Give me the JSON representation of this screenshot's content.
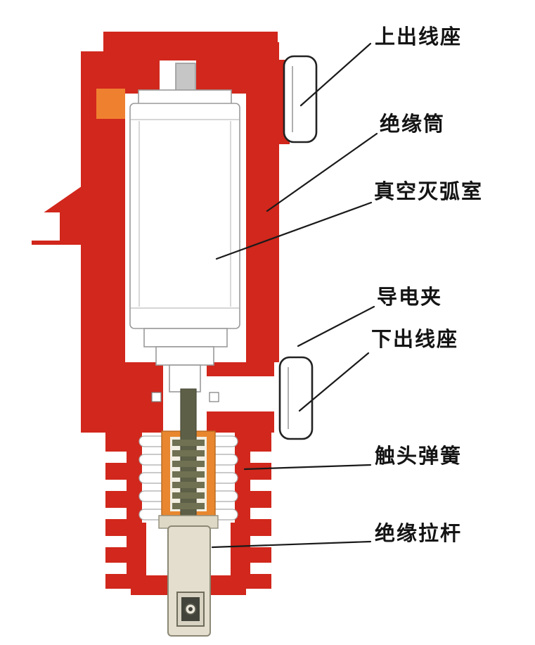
{
  "figure": {
    "labels": {
      "upper_outlet": "上出线座",
      "insulating_cylinder": "绝缘筒",
      "vacuum_interrupter": "真空灭弧室",
      "conductive_clamp": "导电夹",
      "lower_outlet": "下出线座",
      "contact_spring": "触头弹簧",
      "insulating_pull_rod": "绝缘拉杆"
    },
    "colors": {
      "body_red": "#d1271c",
      "marker_orange": "#ef8030",
      "housing_orange": "#e8872f",
      "spring_olive": "#6f7152",
      "rod_olive": "#5d5f47",
      "rod_beige": "#e3decd",
      "collar_beige": "#ded8c6",
      "fitting_beige": "#d7d2c1",
      "fitting_dark": "#42433a",
      "line_black": "#1a1a1a"
    }
  }
}
